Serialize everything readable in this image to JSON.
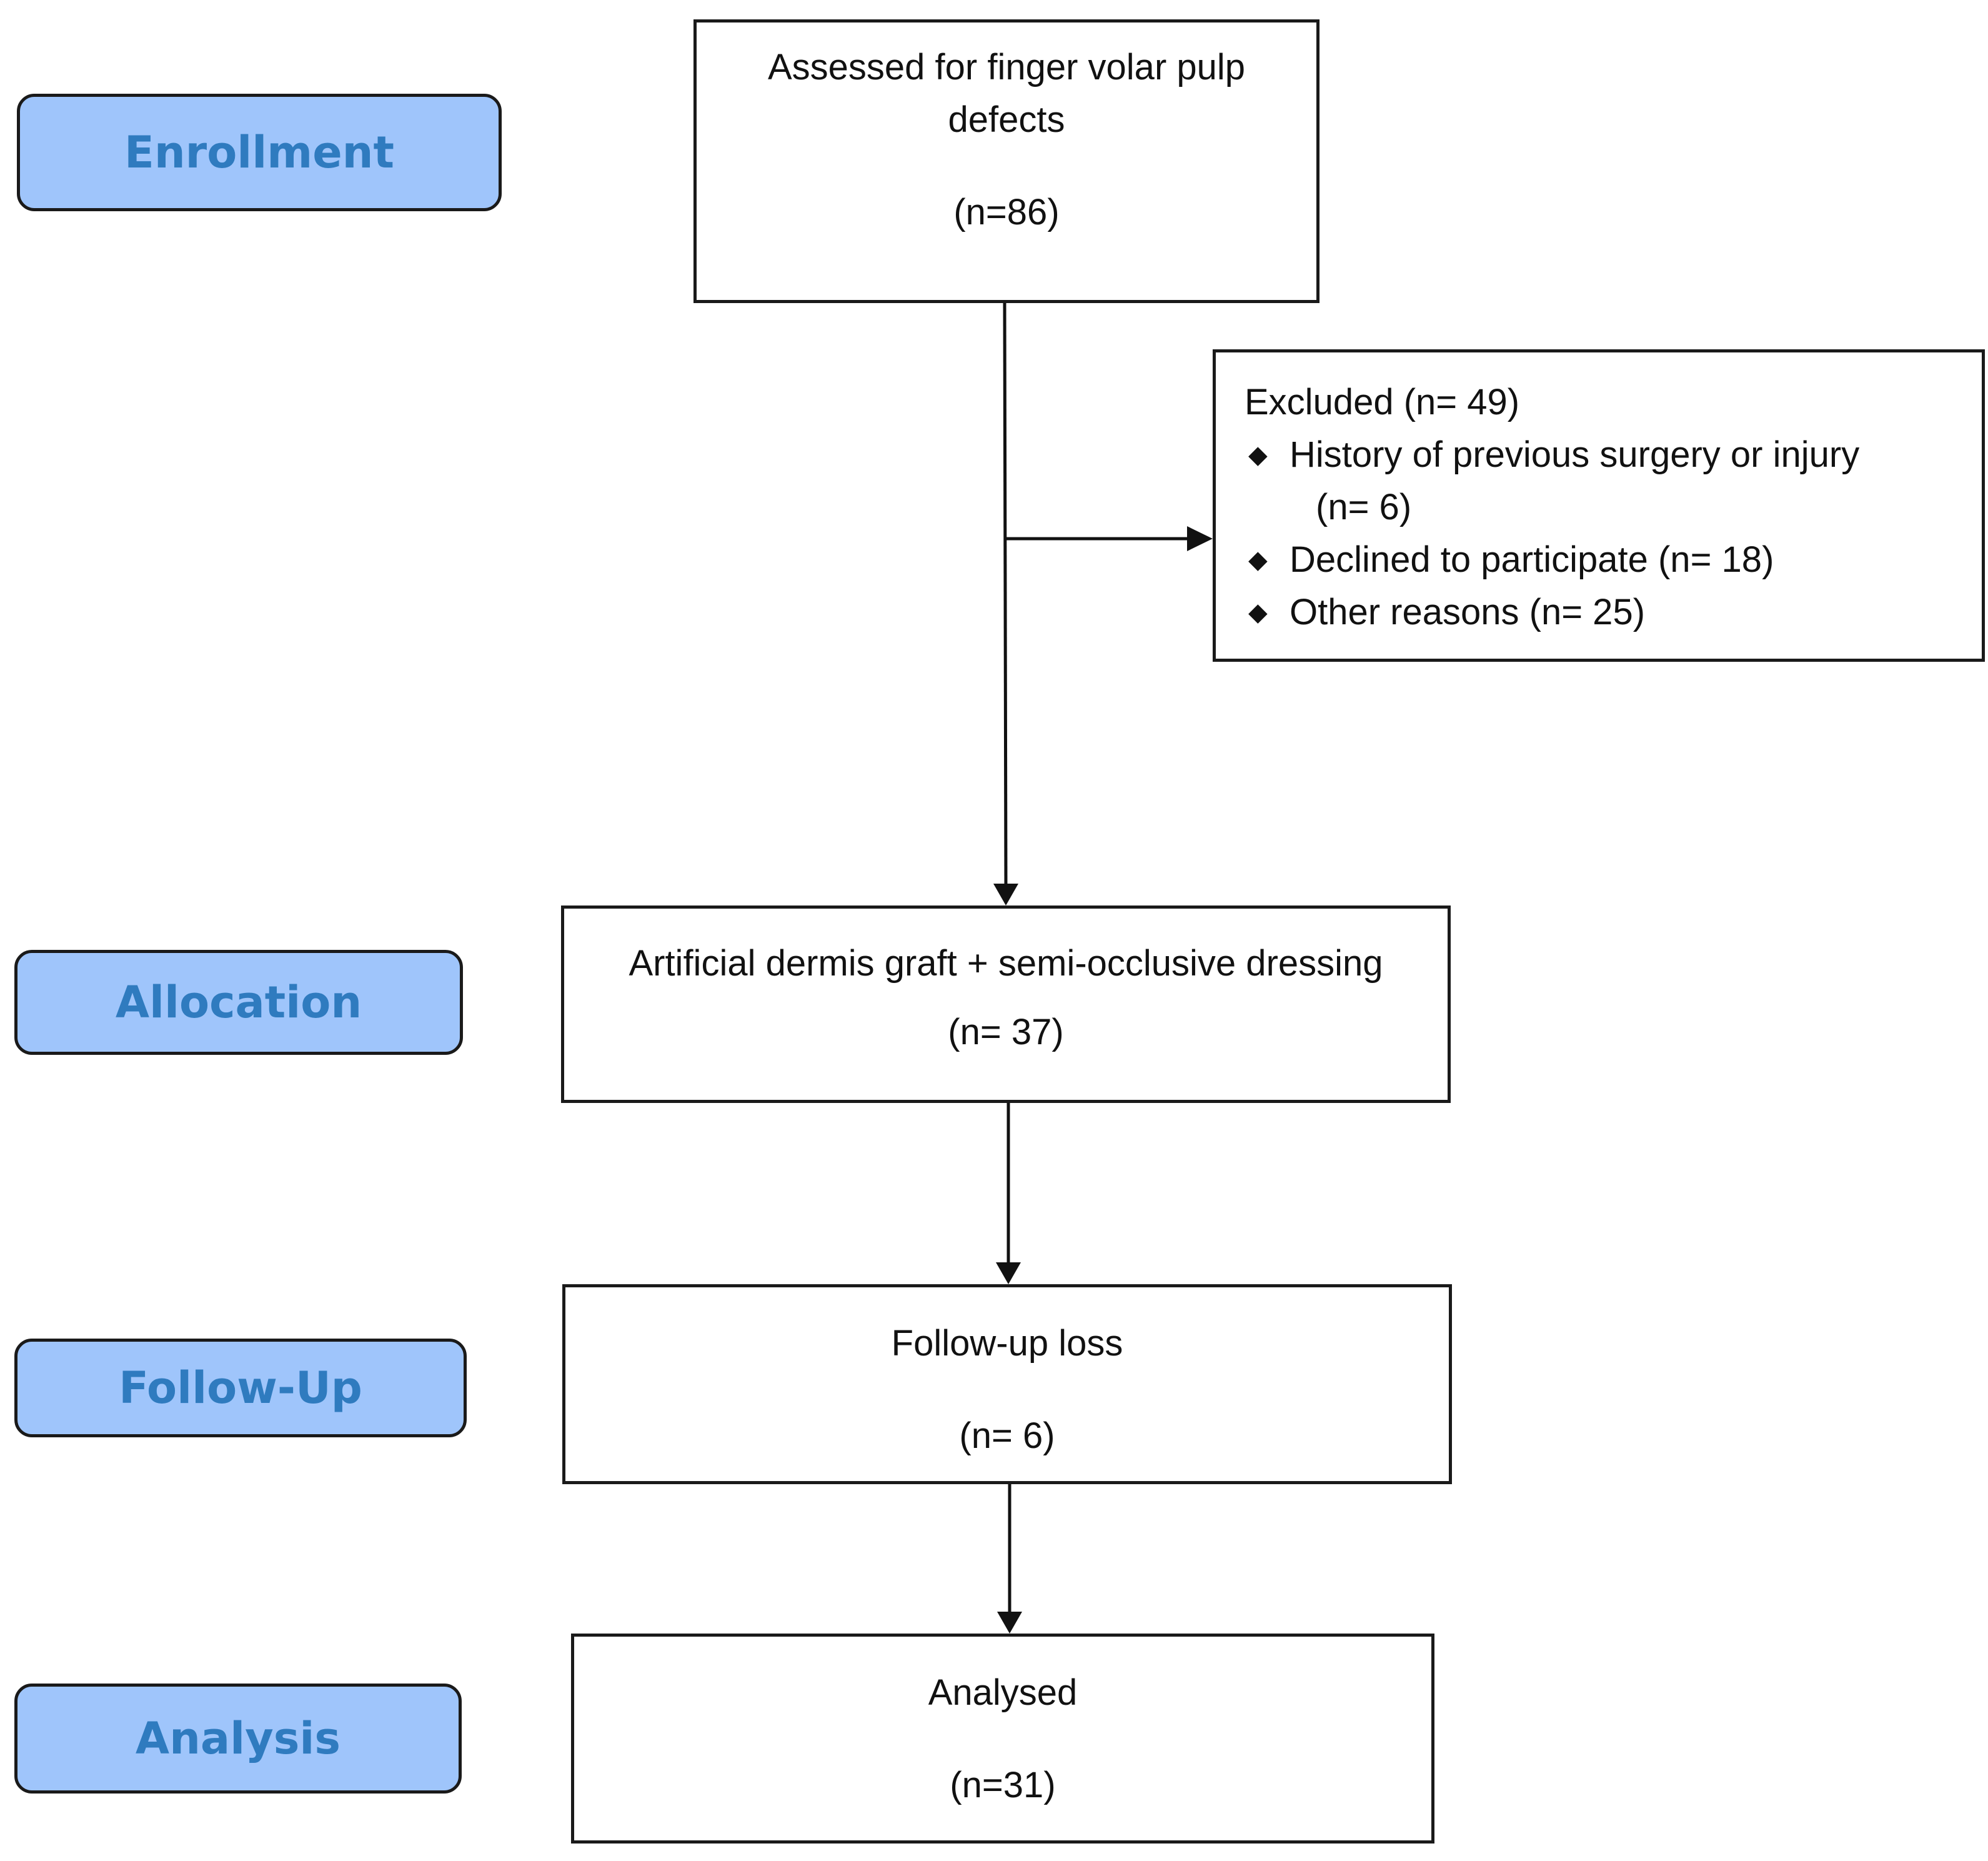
{
  "phases": {
    "enrollment": "Enrollment",
    "allocation": "Allocation",
    "follow_up": "Follow-Up",
    "analysis": "Analysis"
  },
  "assessed": {
    "line1": "Assessed for finger volar pulp",
    "line2": "defects",
    "count": "(n=86)"
  },
  "excluded": {
    "heading": "Excluded  (n= 49)",
    "items": [
      {
        "text": "History of previous surgery or injury",
        "cont": "(n= 6)"
      },
      {
        "text": "Declined to participate (n= 18)"
      },
      {
        "text": "Other reasons (n= 25)"
      }
    ],
    "bullet": "◆"
  },
  "allocated": {
    "line1": "Artificial dermis graft + semi-occlusive dressing",
    "count": "(n= 37)"
  },
  "follow_up_loss": {
    "line1": "Follow-up loss",
    "count": "(n= 6)"
  },
  "analysed": {
    "line1": "Analysed",
    "count": "(n=31)"
  }
}
